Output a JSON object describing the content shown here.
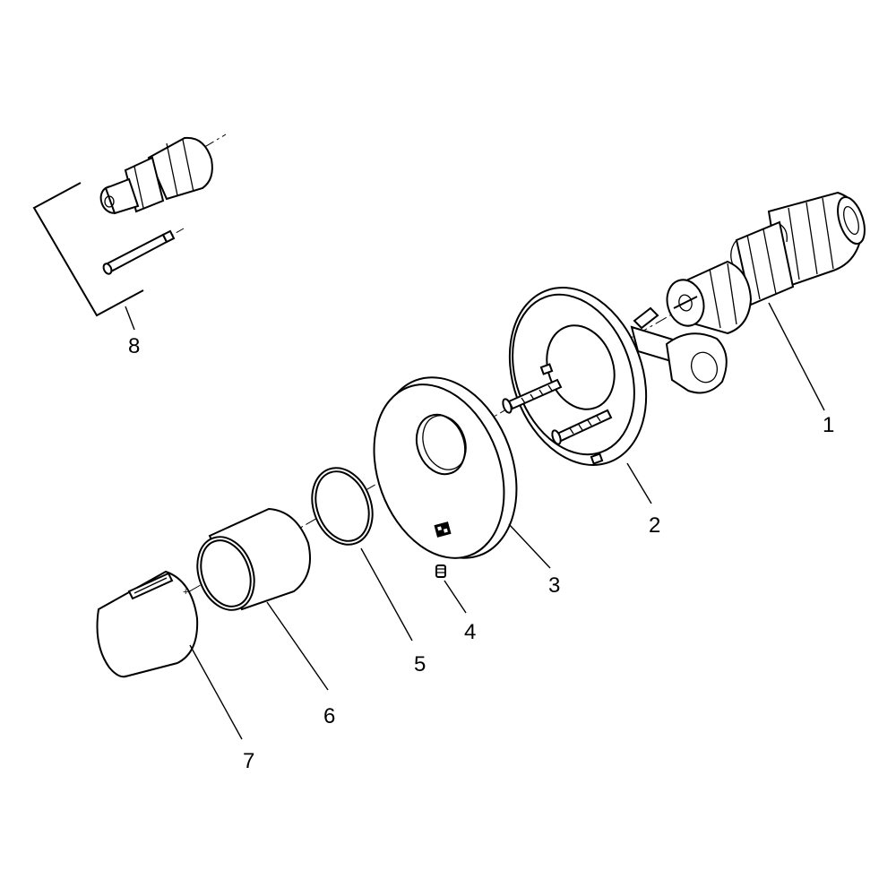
{
  "callouts": [
    {
      "id": "1",
      "part": "cartridge"
    },
    {
      "id": "2",
      "part": "mounting-plate"
    },
    {
      "id": "3",
      "part": "escutcheon"
    },
    {
      "id": "4",
      "part": "set-screw"
    },
    {
      "id": "5",
      "part": "o-ring"
    },
    {
      "id": "6",
      "part": "sleeve"
    },
    {
      "id": "7",
      "part": "handle"
    },
    {
      "id": "8",
      "part": "alternative-cartridge-and-stem-kit"
    }
  ]
}
